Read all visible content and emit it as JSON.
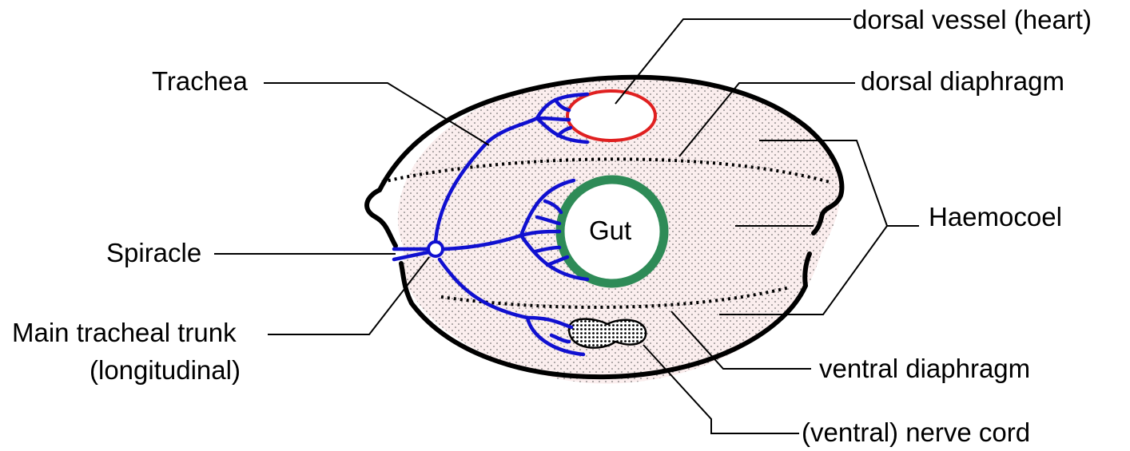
{
  "labels": {
    "dorsal_vessel": "dorsal vessel (heart)",
    "trachea": "Trachea",
    "dorsal_diaphragm": "dorsal diaphragm",
    "haemocoel": "Haemocoel",
    "spiracle": "Spiracle",
    "gut": "Gut",
    "main_trunk_line1": "Main tracheal trunk",
    "main_trunk_line2": "(longitudinal)",
    "ventral_diaphragm": "ventral diaphragm",
    "nerve_cord": "(ventral) nerve cord"
  },
  "colors": {
    "body_outline": "#000000",
    "haemocoel_fill": "#fbeeee",
    "trachea": "#1010d0",
    "dorsal_vessel": "#e02020",
    "gut": "#2e8b57"
  }
}
